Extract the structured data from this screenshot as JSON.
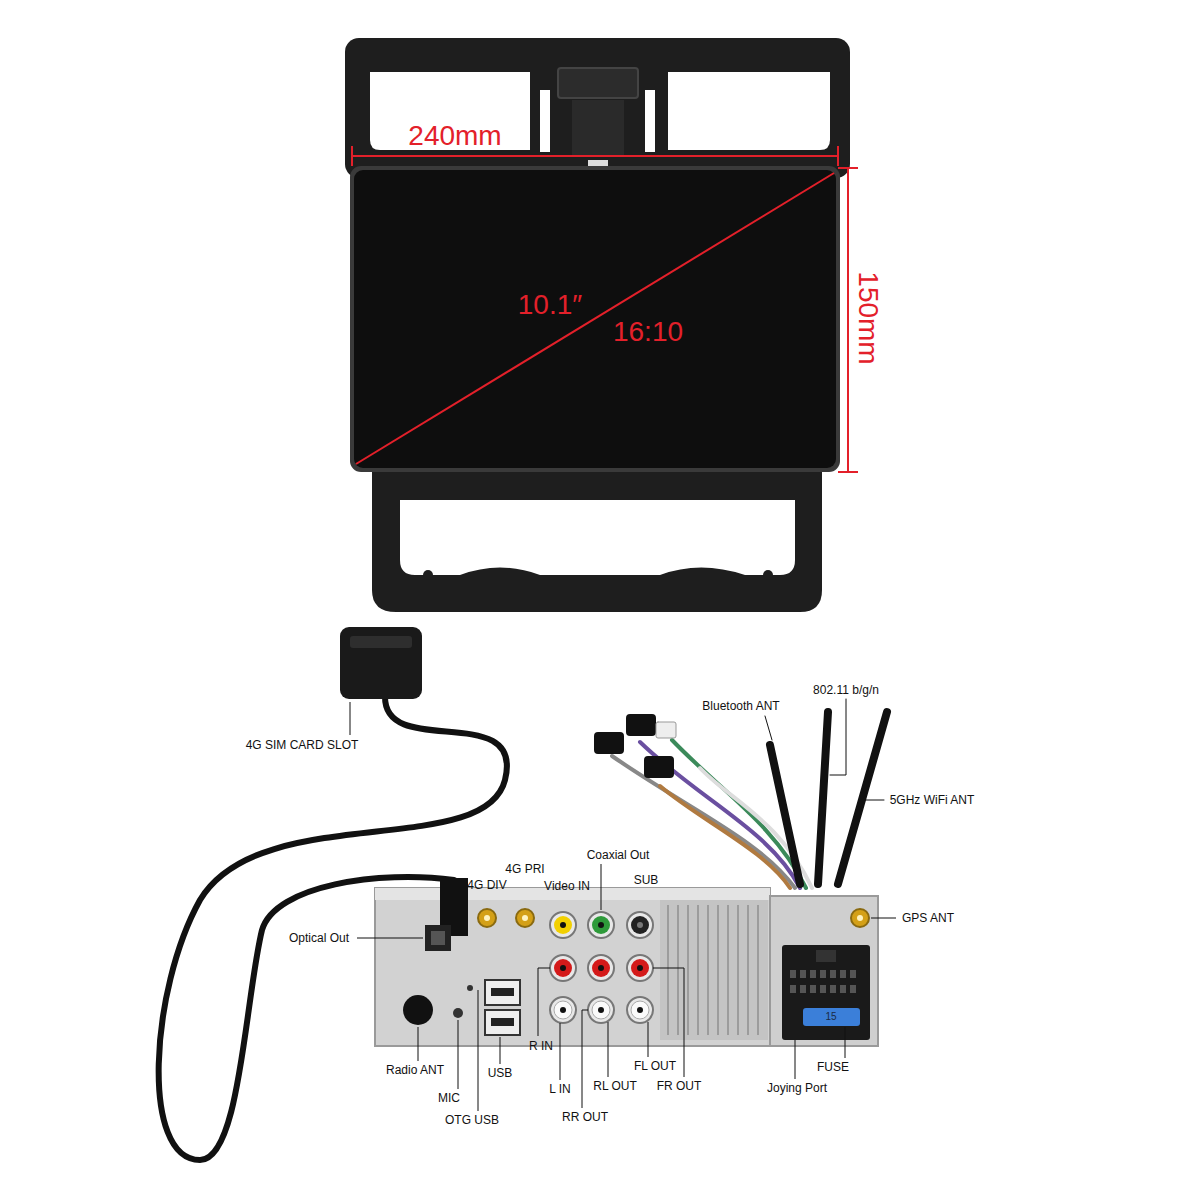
{
  "diagram": {
    "labels": [
      "240mm",
      "150mm",
      "10.1″",
      "16:10",
      "4G SIM CARD SLOT",
      "Bluetooth ANT",
      "802.11 b/g/n",
      "5GHz WiFi ANT",
      "Coaxial Out",
      "4G PRI",
      "4G DIV",
      "Video IN",
      "SUB",
      "GPS ANT",
      "Optical Out",
      "Radio ANT",
      "MIC",
      "USB",
      "OTG USB",
      "R IN",
      "L IN",
      "RR OUT",
      "RL OUT",
      "FL OUT",
      "FR OUT",
      "FUSE",
      "Joying Port",
      "15"
    ]
  }
}
